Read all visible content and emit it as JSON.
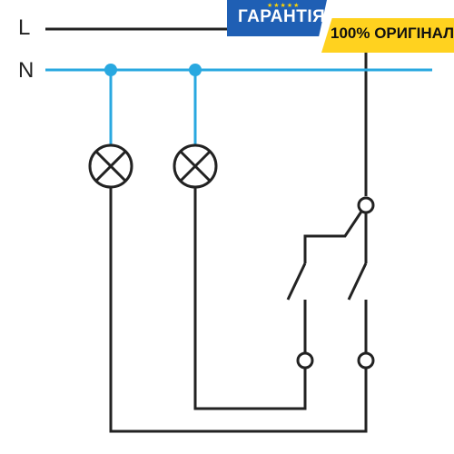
{
  "labels": {
    "line": "L",
    "neutral": "N"
  },
  "badge": {
    "guarantee": "ГАРАНТІЯ",
    "original": "100% ОРИГІНАЛ",
    "stars": "★★★★★"
  },
  "colors": {
    "line_wire": "#222222",
    "neutral_wire": "#29a8e0",
    "badge_blue": "#1f5fb4",
    "badge_yellow": "#ffd21f"
  },
  "icons": [
    "lamp-icon",
    "lamp-icon",
    "two-way-switch-icon"
  ]
}
